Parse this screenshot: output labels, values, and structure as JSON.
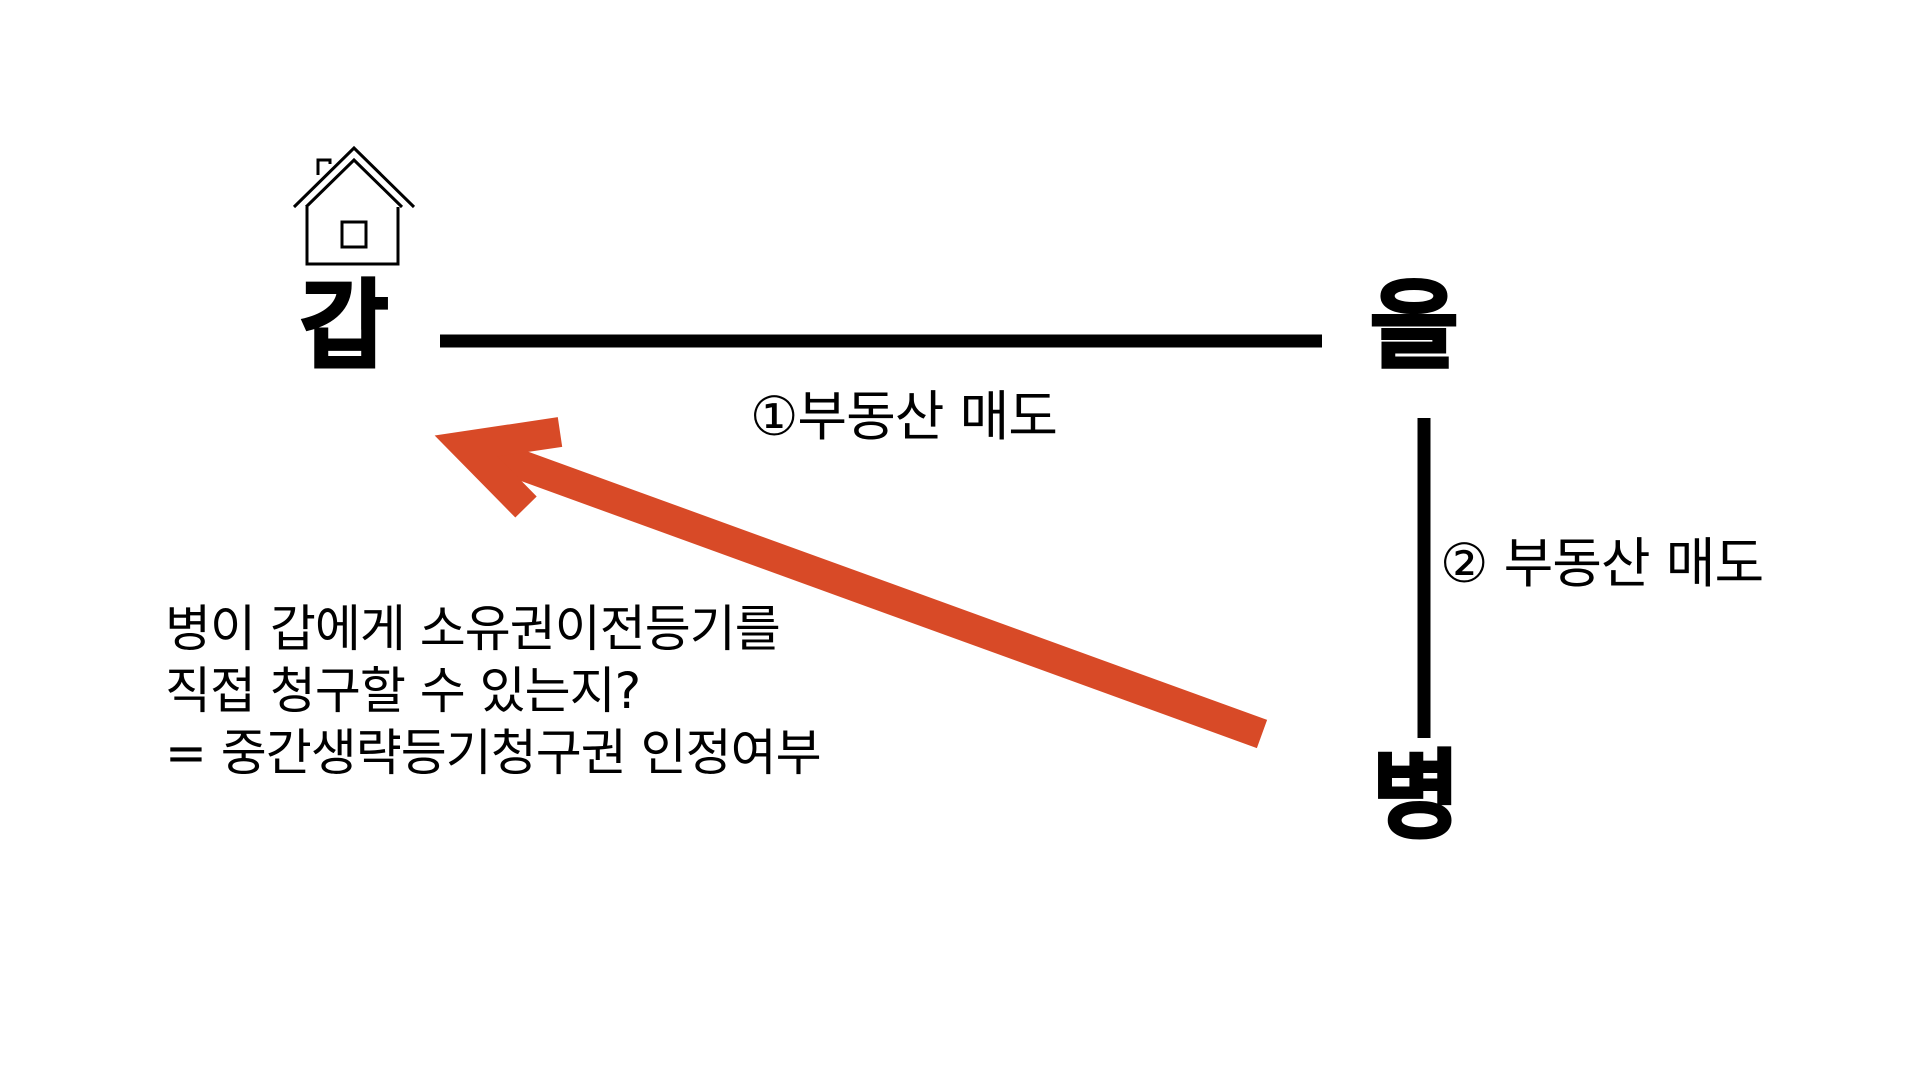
{
  "parties": {
    "gap": "갑",
    "eul": "을",
    "byeong": "병"
  },
  "relations": {
    "sale_1": "①부동산 매도",
    "sale_2": "② 부동산 매도"
  },
  "question": {
    "line1": "병이 갑에게 소유권이전등기를",
    "line2": "직접 청구할 수 있는지?",
    "line3": "= 중간생략등기청구권 인정여부"
  },
  "icons": {
    "house": "house-icon"
  },
  "colors": {
    "arrow": "#d84a27",
    "line": "#000000",
    "background": "#ffffff"
  }
}
